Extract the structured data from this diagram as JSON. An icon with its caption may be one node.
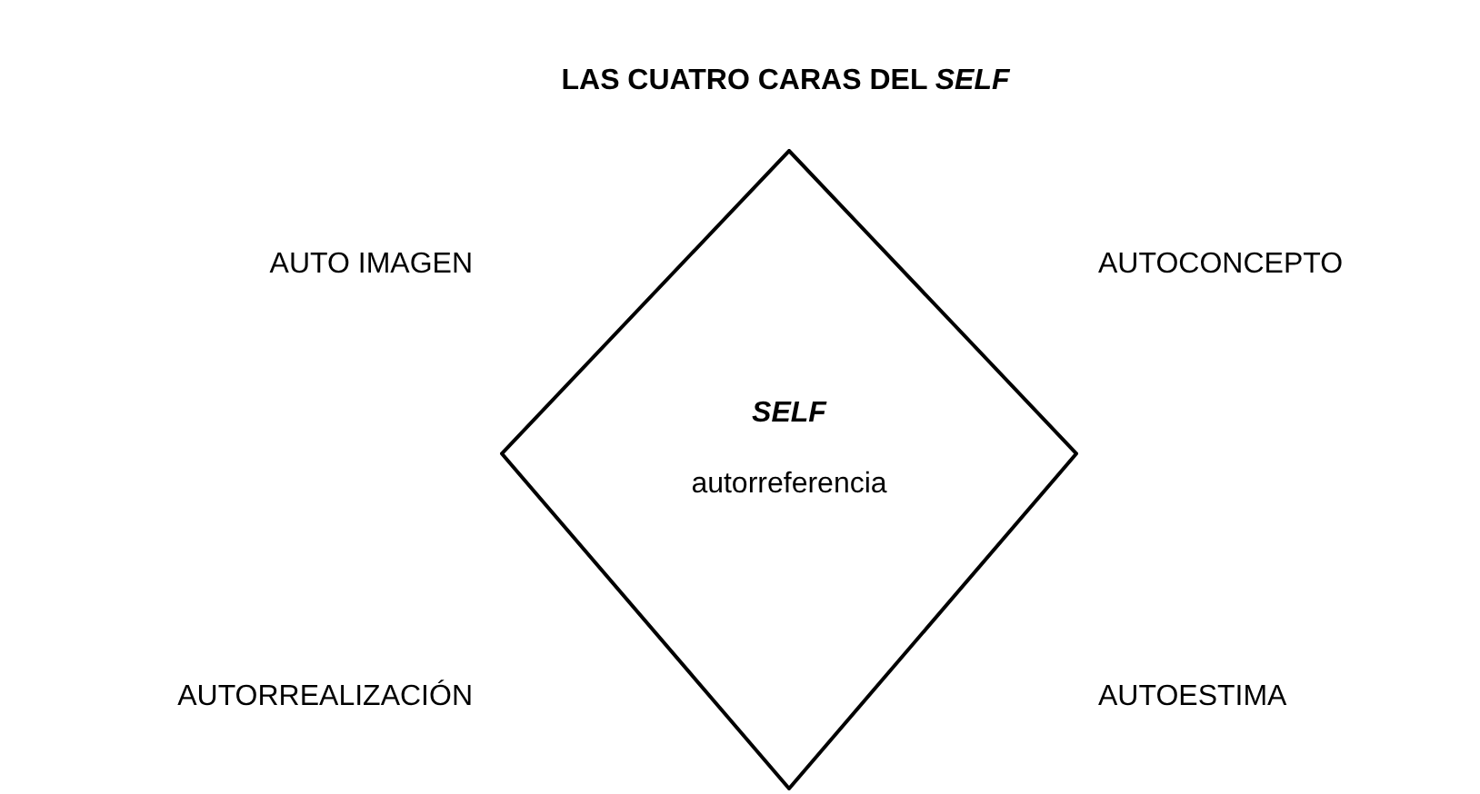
{
  "diagram": {
    "title": "LAS CUATRO CARAS DEL *SELF*",
    "nodes": [
      {
        "text": [
          "SELF",
          "autorreferencia"
        ]
      }
    ],
    "labels": [
      "AUTO IMAGEN",
      "AUTOCONCEPTO",
      "AUTORREALIZACIÓN",
      "AUTOESTIMA"
    ]
  }
}
